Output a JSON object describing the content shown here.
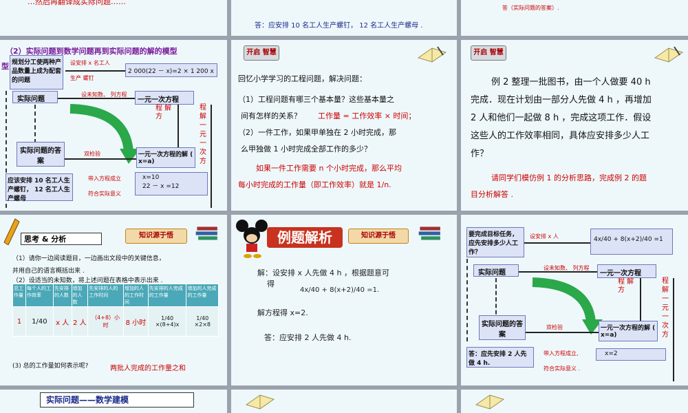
{
  "top_row": {
    "left_fragment": "…然后再翻译成实际问题……",
    "mid_answer": "答：应安排 10 名工人生产螺钉， 12 名工人生产螺母 .",
    "right_answer": "答（实际问题的答案）."
  },
  "slide_model": {
    "title": "（2）实际问题到数学问题再到实际问题的解的模型",
    "title_tail": "型",
    "problem_box": "规划分工使两种产品数量上成为配套的问题",
    "arrow1": "设安排 x 名工人",
    "arrow1b": "生产 螺钉",
    "equation": "2 000(22 － x)=2 × 1 200 x",
    "real_problem": "实际问题",
    "set_label": "设未知数、 列方程",
    "linear_eq": "一元一次方程",
    "solve_left": "程 解 方",
    "solve_right": "程 解 一 元 一 次 方",
    "real_answer": "实际问题的答案",
    "check": "双检验",
    "solution_box": "一元一次方程的解 ( x=a)",
    "answer_box": "应该安排 10 名工人生产螺钉， 12 名工人生产螺母",
    "substitute": "带入方程成立",
    "meaning": "符合实际意义",
    "sol1": "x=10",
    "sol2": "22 － x =12"
  },
  "slide_review": {
    "badge": "开启 智慧",
    "p0": "回忆小学学习的工程问题，解决问题：",
    "p1": "（1）工程问题有哪三个基本量？这些基本量之",
    "p2": "间有怎样的关系？",
    "p2_red": "工作量 = 工作效率 × 时间；",
    "p3": "（2）一件工作，如果甲单独在 2 小时完成，那",
    "p4": "么甲独做 1 小时完成全部工作的多少？",
    "p5": "如果一件工作需要 n 个小时完成，那么平均",
    "p6": "每小时完成的工作量（即工作效率）就是 1/n."
  },
  "slide_example": {
    "badge": "开启 智慧",
    "l1": "例 2    整理一批图书，由一个人做要 40 h",
    "l2": "完成．现在计划由一部分人先做 4 h ，再增加",
    "l3": "2 人和他们一起做 8 h ，完成这项工作．假设",
    "l4": "这些人的工作效率相同，具体应安排多少人工",
    "l5": "作？",
    "r1": "请同学们模仿例 1 的分析思路，完成例 2 的题",
    "r2": "目分析解答 ."
  },
  "slide_think": {
    "header": "思考 & 分析",
    "badge": "知识源于悟",
    "q1": "（1）请你一边阅读题目，一边画出文段中的关键信息，",
    "q1b": "并用自己的语言概括出来 .",
    "q2": "（2）设适当的未知数，将上述问题在表格中表示出来 .",
    "headers": [
      "总工作量",
      "每个人的工作效率",
      "先安排的人数",
      "增加的人数",
      "先安排的人的工作时间",
      "增加的人的工作时间",
      "先安排的人完成的工作量",
      "增加的人完成的工作量"
    ],
    "row": [
      "1",
      "1/40",
      "x 人",
      "2 人",
      "（4+8）小时",
      "8 小时",
      "1/40 ×(8+4)x",
      "1/40 ×2×8"
    ],
    "q3": "(3) 总的工作量如何表示呢?",
    "q3_red": "两批人完成的工作量之和"
  },
  "slide_solution": {
    "banner": "例题解析",
    "badge": "知识源于悟",
    "l1": "解：设安排   x 人先做 4  h ，根据题意可",
    "l2": "得",
    "eq": "4x/40 + 8(x+2)/40 =1.",
    "l3": "解方程得      x=2.",
    "l4": "答：应安排 2 人先做 4  h."
  },
  "slide_model2": {
    "task_box": "要完成目标任务，应先安排多少人工作？",
    "arrow1": "设安排 x 人",
    "equation": "4x/40 + 8(x+2)/40 =1",
    "real_problem": "实际问题",
    "set_label": "设未知数、 列方程",
    "linear_eq": "一元一次方程",
    "solve_left": "程 解 方",
    "solve_right": "程 解 一 元 一 次 方",
    "real_answer": "实际问题的答案",
    "check": "双检验",
    "solution_box": "一元一次方程的解 ( x=a)",
    "answer_box": "答：应先安排 2 人先做 4 h.",
    "substitute": "带入方程成立,",
    "meaning": "符合实际意义 .",
    "sol": "x=2"
  },
  "bottom_row": {
    "title": "实际问题——数学建模"
  }
}
